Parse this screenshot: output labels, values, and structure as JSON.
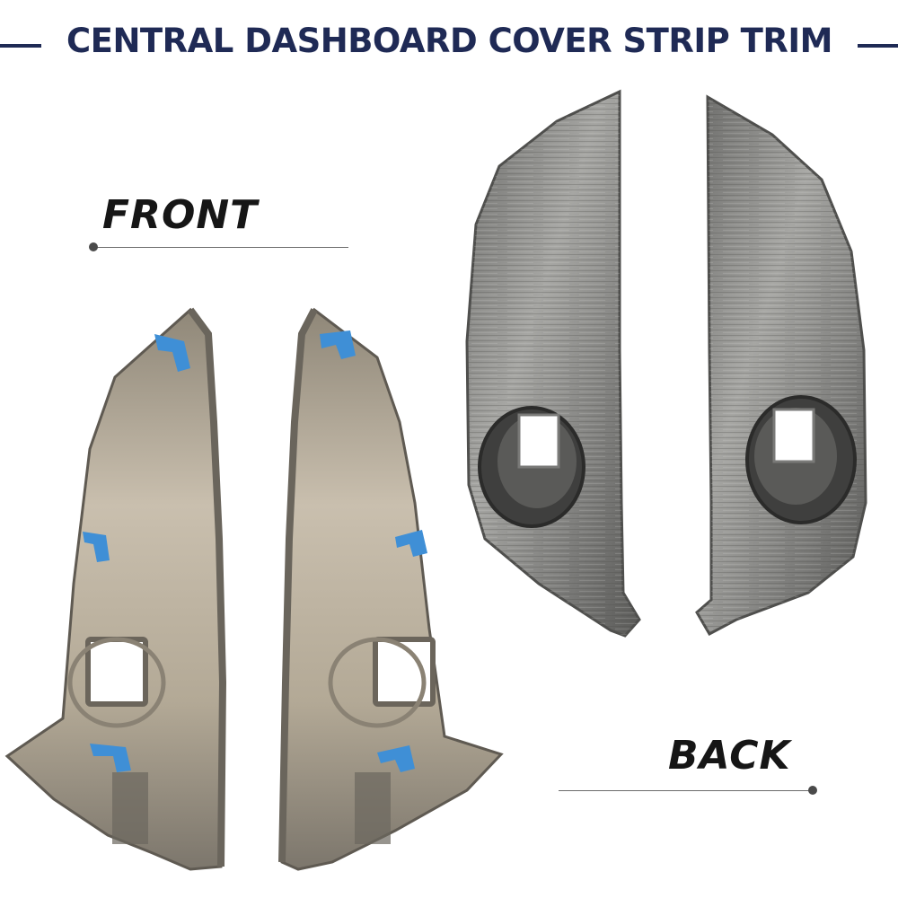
{
  "header": {
    "title": "CENTRAL DASHBOARD COVER STRIP TRIM",
    "title_color": "#1f2a55"
  },
  "labels": {
    "front": "FRONT",
    "back": "BACK"
  },
  "colors": {
    "trim_metal": "#8a8a88",
    "trim_inner": "#b5aa98",
    "clip_blue": "#3f8fd6"
  }
}
